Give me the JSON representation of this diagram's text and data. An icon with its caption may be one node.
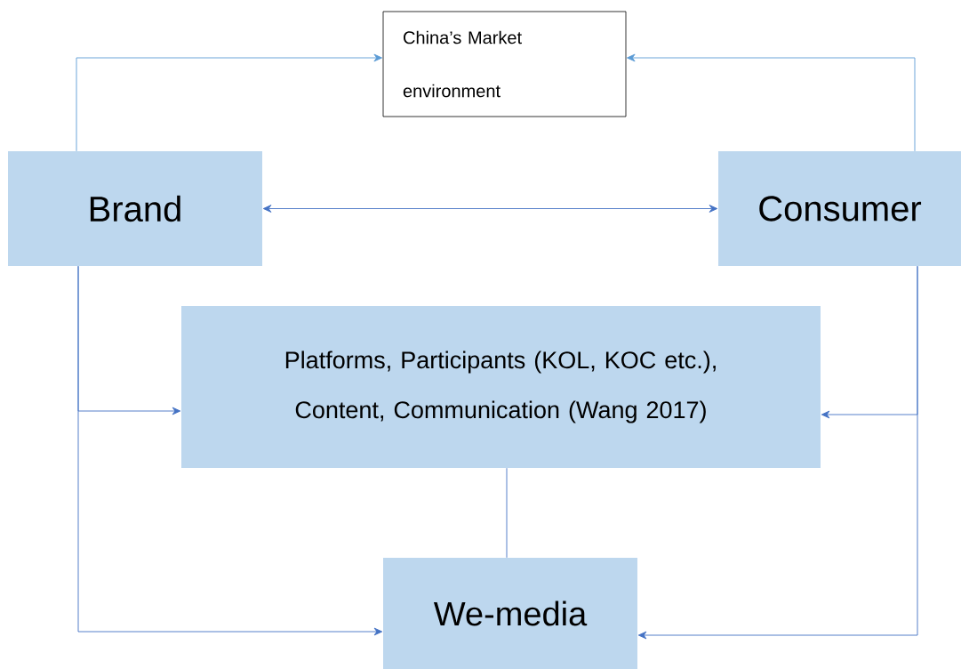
{
  "diagram": {
    "nodes": [
      {
        "text": [
          "China’s Market environment"
        ]
      },
      {
        "text": [
          "Brand"
        ]
      },
      {
        "text": [
          "Consumer"
        ]
      },
      {
        "text": [
          "Platforms, Participants (KOL, KOC etc.), Content, Communication (Wang 2017)"
        ]
      },
      {
        "text": [
          "We-media"
        ]
      }
    ],
    "edges": [
      {
        "from": 1,
        "to": 0,
        "arrow": "to",
        "color": "#5b9bd5"
      },
      {
        "from": 2,
        "to": 0,
        "arrow": "to",
        "color": "#5b9bd5"
      },
      {
        "from": 1,
        "to": 2,
        "arrow": "both"
      },
      {
        "from": 1,
        "to": 3,
        "arrow": "to"
      },
      {
        "from": 1,
        "to": 4,
        "arrow": "to"
      },
      {
        "from": 2,
        "to": 3,
        "arrow": "to"
      },
      {
        "from": 2,
        "to": 4,
        "arrow": "to"
      },
      {
        "from": 3,
        "to": 4,
        "arrow": "none"
      }
    ]
  }
}
